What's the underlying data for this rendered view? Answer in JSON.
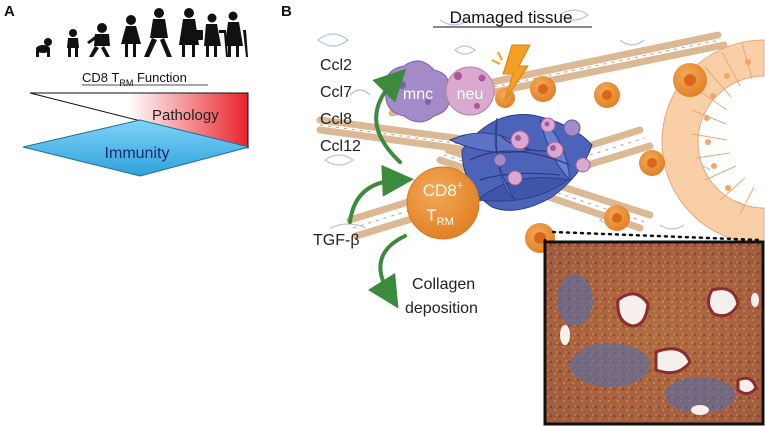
{
  "panel_a": {
    "letter": "A",
    "header": "CD8 T",
    "header_sub": "RM",
    "header_tail": " Function",
    "pathology_label": "Pathology",
    "immunity_label": "Immunity"
  },
  "panel_b": {
    "letter": "B",
    "title": "Damaged tissue",
    "chemokines": [
      "Ccl2",
      "Ccl7",
      "Ccl8",
      "Ccl12"
    ],
    "tgf_label": "TGF-β",
    "collagen_line1": "Collagen",
    "collagen_line2": "deposition",
    "mnc_label": "mnc",
    "neu_label": "neu",
    "cd8_label": "CD8",
    "cd8_sup": "+",
    "trm_label": "T",
    "trm_sub": "RM"
  },
  "colors": {
    "pathology_red": "#e8232a",
    "immunity_blue": "#3fb4e8",
    "cd8_orange": "#e9913a",
    "fiber_tan": "#e3c49f",
    "collagen_blue": "#4b63b8",
    "mnc_purple": "#a48ac8",
    "neu_pink": "#d9a9cf",
    "arrow_green": "#3c8b3c",
    "epithelium": "#f9cfa8"
  }
}
